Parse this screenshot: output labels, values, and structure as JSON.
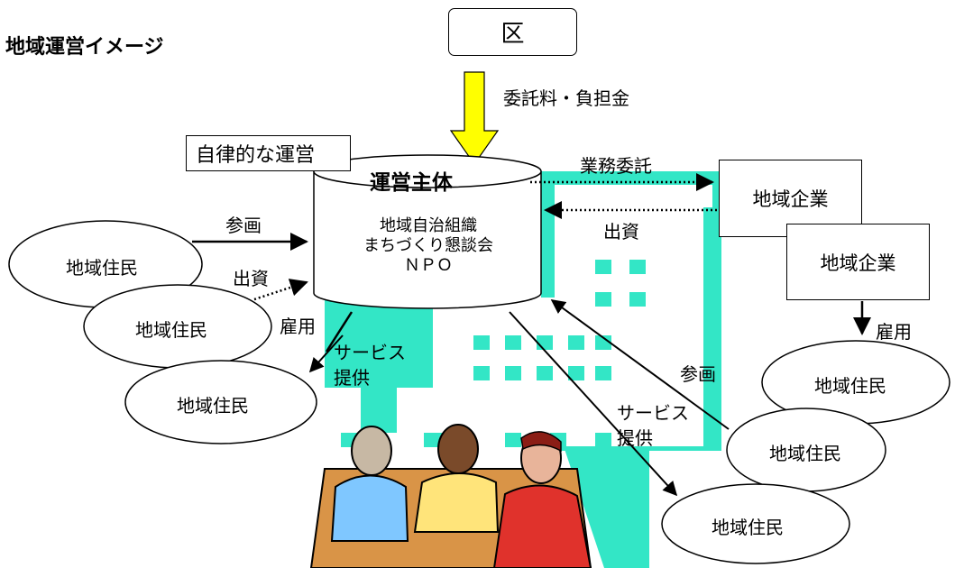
{
  "title": "地域運営イメージ",
  "ward": "区",
  "funding": "委託料・負担金",
  "autonomy": "自律的な運営",
  "core": {
    "title": "運営主体",
    "lines": [
      "地域自治組織",
      "まちづくり懇談会",
      "ＮＰＯ"
    ]
  },
  "enterprise": "地域企業",
  "resident": "地域住民",
  "labels": {
    "participation": "参画",
    "investment": "出資",
    "employment": "雇用",
    "service_line1": "サービス",
    "service_line2": "提供",
    "outsourcing": "業務委託"
  },
  "colors": {
    "accent_yellow": "#ffff00",
    "building_teal": "#33e6c6",
    "outline": "#000000"
  }
}
